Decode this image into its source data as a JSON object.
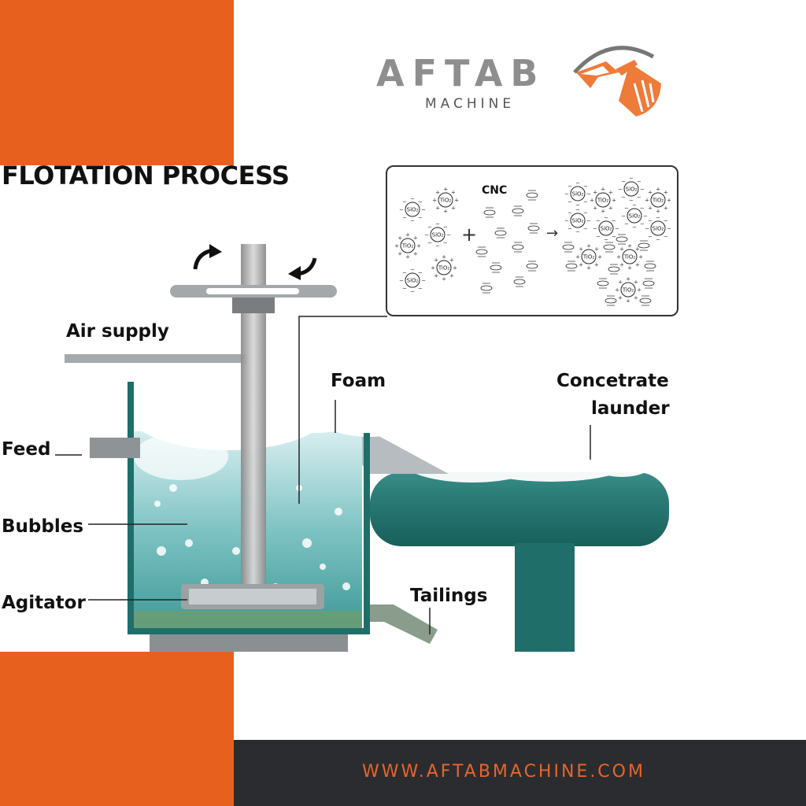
{
  "brand": {
    "name": "AFTAB",
    "subtitle": "MACHINE",
    "accent_color": "#e8601e",
    "logo_icon": "excavator-bucket-icon"
  },
  "title": "FLOTATION PROCESS",
  "labels": {
    "air_supply": "Air supply",
    "feed": "Feed",
    "bubbles": "Bubbles",
    "agitator": "Agitator",
    "foam": "Foam",
    "concentrate_launder_line1": "Concetrate",
    "concentrate_launder_line2": "launder",
    "tailings": "Tailings"
  },
  "inset": {
    "reagent": "CNC",
    "plus": "+",
    "arrow": "→",
    "molecules": {
      "sio2": "SiO₂",
      "tio2": "TiO₂"
    }
  },
  "footer": {
    "url": "WWW.AFTABMACHINE.COM"
  },
  "colors": {
    "tank": "#1f6e6a",
    "footer_bg": "#2b2c2f",
    "url": "#e8652a"
  }
}
